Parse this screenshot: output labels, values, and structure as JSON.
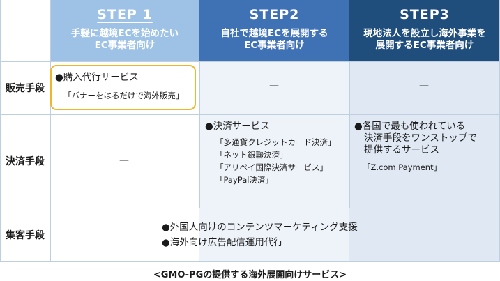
{
  "steps": [
    {
      "label": "STEP 1",
      "desc_lines": [
        "手軽に越境ECを始めたい",
        "EC事業者向け"
      ],
      "header_color": "#9ec2e6",
      "body_color": "#ffffff"
    },
    {
      "label": "STEP2",
      "desc_lines": [
        "自社で越境ECを展開する",
        "EC事業者向け"
      ],
      "header_color": "#3f72b5",
      "body_color": "#eef3fa"
    },
    {
      "label": "STEP3",
      "desc_lines": [
        "現地法人を設立し海外事業を",
        "展開するEC事業者向け"
      ],
      "header_color": "#1f4e7d",
      "body_color": "#dfe8f3"
    }
  ],
  "rows": {
    "sales": {
      "label": "販売手段",
      "step1": {
        "title": "●購入代行サービス",
        "items": [
          "「バナーをはるだけで海外販売」"
        ]
      },
      "step2": "—",
      "step3": "—"
    },
    "payment": {
      "label": "決済手段",
      "step1": "—",
      "step2": {
        "title": "●決済サービス",
        "items": [
          "「多通貨クレジットカード決済」",
          "「ネット銀聯決済」",
          "「アリペイ国際決済サービス」",
          "「PayPal決済」"
        ]
      },
      "step3": {
        "title_lines": [
          "●各国で最も使われている",
          "決済手段をワンストップで",
          "提供するサービス"
        ],
        "items": [
          "「Z.com Payment」"
        ]
      }
    },
    "marketing": {
      "label": "集客手段",
      "items": [
        "●外国人向けのコンテンツマーケティング支援",
        "●海外向け広告配信運用代行"
      ]
    }
  },
  "caption": "<GMO-PGの提供する海外展開向けサービス>",
  "colors": {
    "highlight_border": "#f0b62b",
    "grid_line": "#bfcfe2",
    "label_column": "#ffffff"
  }
}
